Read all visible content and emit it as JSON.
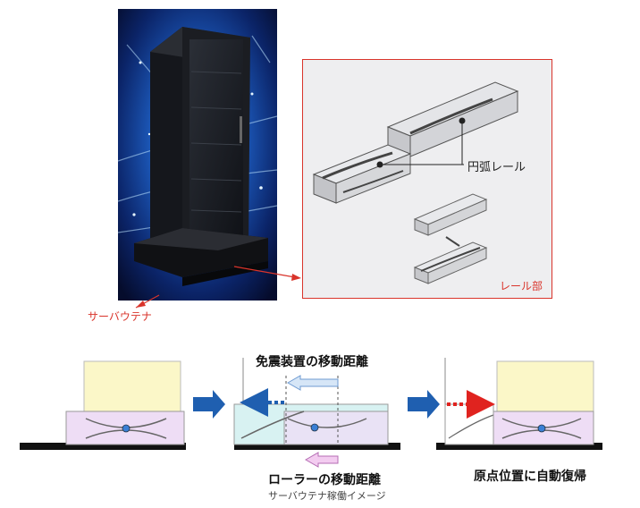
{
  "photo_label": "サーバウテナ",
  "detail": {
    "arc_rail_label": "円弧レール",
    "rail_part_label": "レール部"
  },
  "diagram": {
    "isolator_travel": "免震装置の移動距離",
    "roller_travel": "ローラーの移動距離",
    "operation_caption": "サーバウテナ稼働イメージ",
    "auto_return": "原点位置に自動復帰"
  },
  "colors": {
    "accent_red": "#d9342b",
    "cabinet_yellow": "#fbf7c8",
    "isolator_purple": "#eeddf5",
    "isolator_cyan": "#d8f2f2",
    "arrow_blue": "#1f5fb0",
    "ball_blue": "#3a7fd5"
  }
}
